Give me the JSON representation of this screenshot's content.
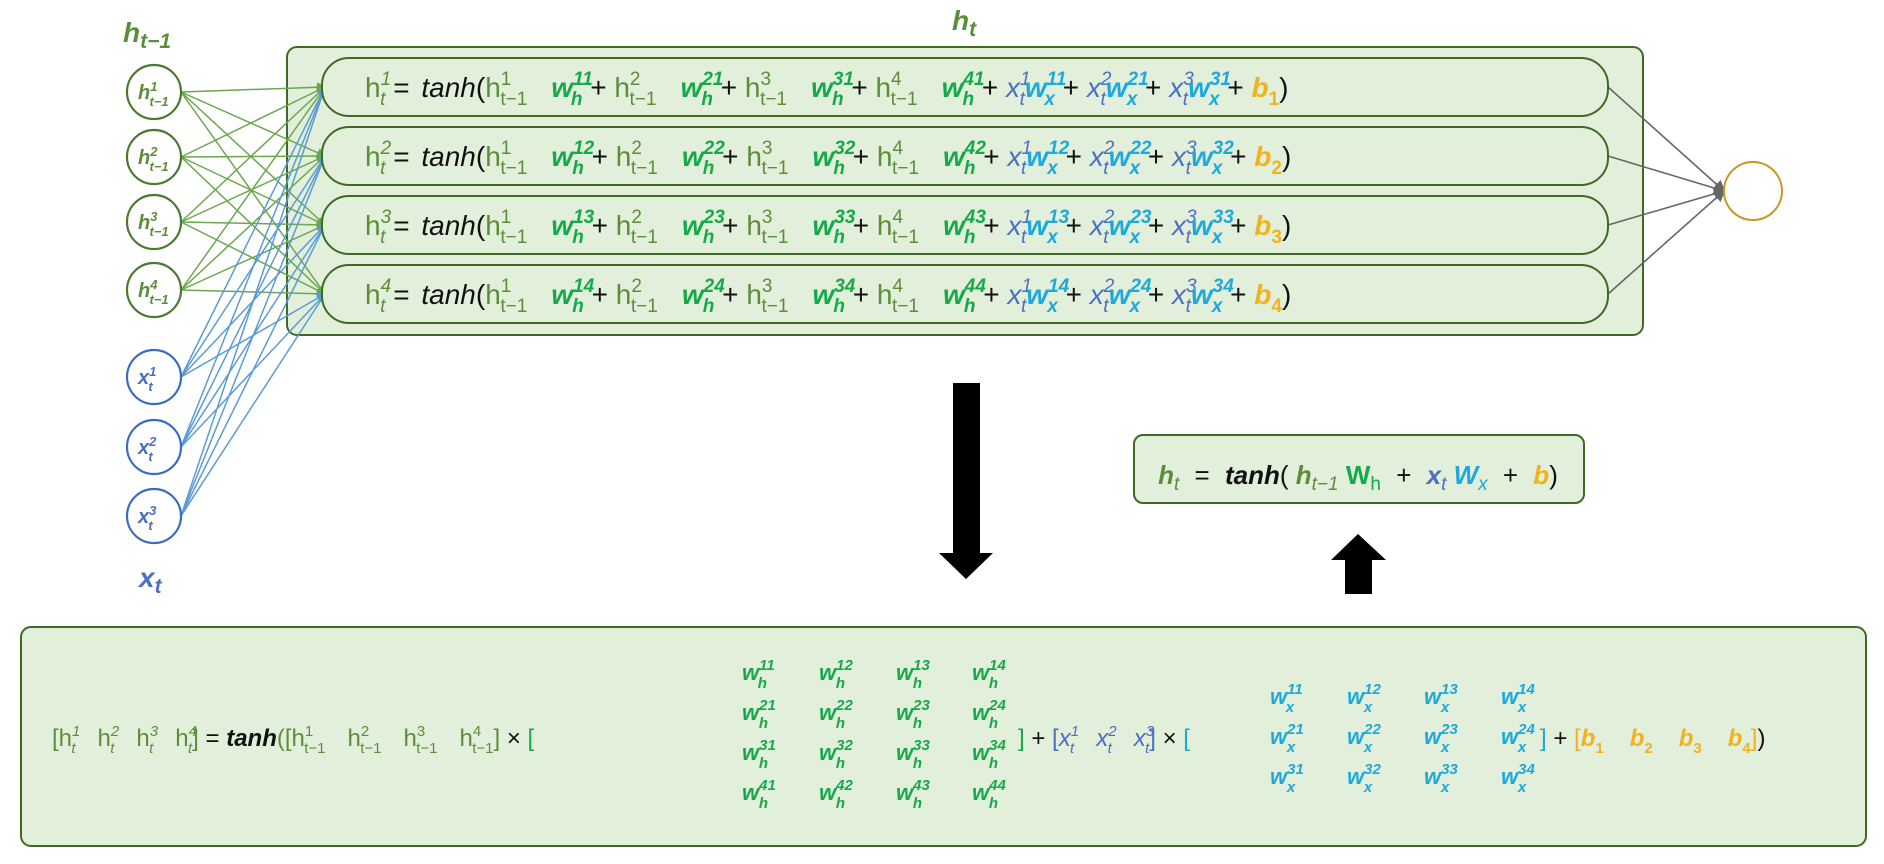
{
  "colors": {
    "panel_fill": "#e2efda",
    "panel_stroke": "#3d6b25",
    "h_color": "#5b8e3a",
    "wh_color": "#15a94a",
    "x_color": "#4a6fc4",
    "wx_color": "#1da9dc",
    "b_color": "#f2b21c",
    "output_node": "#c8981f"
  },
  "labels": {
    "h_prev": "h",
    "h_prev_sub": "t−1",
    "x_t": "x",
    "x_t_sub": "t",
    "h_t": "h",
    "h_t_sub": "t"
  },
  "input_nodes": {
    "h": [
      {
        "base": "h",
        "sup": "1",
        "sub": "t−1"
      },
      {
        "base": "h",
        "sup": "2",
        "sub": "t−1"
      },
      {
        "base": "h",
        "sup": "3",
        "sub": "t−1"
      },
      {
        "base": "h",
        "sup": "4",
        "sub": "t−1"
      }
    ],
    "x": [
      {
        "base": "x",
        "sup": "1",
        "sub": "t"
      },
      {
        "base": "x",
        "sup": "2",
        "sub": "t"
      },
      {
        "base": "x",
        "sup": "3",
        "sub": "t"
      }
    ]
  },
  "equations": {
    "lhs": "h",
    "lhs_sub": "t",
    "equals": "=",
    "func": "tanh",
    "plus": "+",
    "open": "(",
    "close": ")",
    "h_term": "h",
    "h_term_sub": "t−1",
    "x_term": "x",
    "x_term_sub": "t",
    "wh": "w",
    "wh_sub": "h",
    "wx": "w",
    "wx_sub": "x",
    "bias": "b",
    "rows": [
      "1",
      "2",
      "3",
      "4"
    ],
    "h_indices": [
      "1",
      "2",
      "3",
      "4"
    ],
    "x_indices": [
      "1",
      "2",
      "3"
    ]
  },
  "compact": {
    "h": "h",
    "h_sub": "t",
    "eq": "=",
    "func": "tanh",
    "open": "(",
    "h_prev": "h",
    "h_prev_sub": "t−1",
    "W_h": "W",
    "W_h_sub": "h",
    "plus": "+",
    "x": "x",
    "x_sub": "t",
    "W_x": "W",
    "W_x_sub": "x",
    "b": "b",
    "close": ")"
  },
  "matrix_form": {
    "lhs": [
      {
        "base": "h",
        "sup": "1",
        "sub": "t"
      },
      {
        "base": "h",
        "sup": "2",
        "sub": "t"
      },
      {
        "base": "h",
        "sup": "3",
        "sub": "t"
      },
      {
        "base": "h",
        "sup": "4",
        "sub": "t"
      }
    ],
    "equals": "=",
    "func": "tanh",
    "h_prev": [
      {
        "base": "h",
        "sup": "1",
        "sub": "t−1"
      },
      {
        "base": "h",
        "sup": "2",
        "sub": "t−1"
      },
      {
        "base": "h",
        "sup": "3",
        "sub": "t−1"
      },
      {
        "base": "h",
        "sup": "4",
        "sub": "t−1"
      }
    ],
    "times": "×",
    "plus": "+",
    "x_vec": [
      {
        "base": "x",
        "sup": "1",
        "sub": "t"
      },
      {
        "base": "x",
        "sup": "2",
        "sub": "t"
      },
      {
        "base": "x",
        "sup": "3",
        "sub": "t"
      }
    ],
    "Wh": [
      [
        "11",
        "12",
        "13",
        "14"
      ],
      [
        "21",
        "22",
        "23",
        "24"
      ],
      [
        "31",
        "32",
        "33",
        "34"
      ],
      [
        "41",
        "42",
        "43",
        "44"
      ]
    ],
    "Wx": [
      [
        "11",
        "12",
        "13",
        "14"
      ],
      [
        "21",
        "22",
        "23",
        "24"
      ],
      [
        "31",
        "32",
        "33",
        "34"
      ]
    ],
    "b_vec": [
      {
        "base": "b",
        "sub": "1"
      },
      {
        "base": "b",
        "sub": "2"
      },
      {
        "base": "b",
        "sub": "3"
      },
      {
        "base": "b",
        "sub": "4"
      }
    ]
  }
}
